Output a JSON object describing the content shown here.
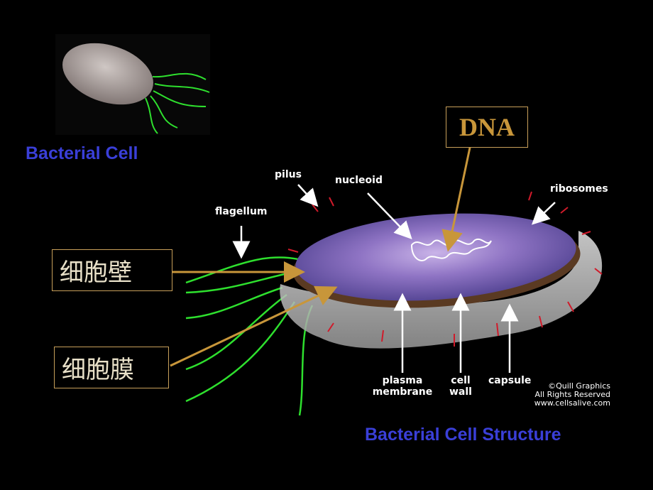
{
  "titles": {
    "small_cell": "Bacterial Cell",
    "structure": "Bacterial Cell Structure"
  },
  "annotations": {
    "dna": "DNA",
    "cell_wall_cn": "细胞壁",
    "plasma_membrane_cn": "细胞膜"
  },
  "labels": {
    "pilus": "pilus",
    "nucleoid": "nucleoid",
    "ribosomes": "ribosomes",
    "flagellum": "flagellum",
    "plasma_membrane_line1": "plasma",
    "plasma_membrane_line2": "membrane",
    "cell_wall_line1": "cell",
    "cell_wall_line2": "wall",
    "capsule": "capsule"
  },
  "credit": {
    "line1": "©Quill Graphics",
    "line2": "All Rights Reserved",
    "line3": "www.cellsalive.com"
  },
  "colors": {
    "background": "#000000",
    "title_blue": "#3a3fd8",
    "annotation_gold": "#c8963a",
    "flagella_green": "#2ee02e",
    "cell_purple": "#5e4e9e",
    "capsule_grey": "#bdbdbd",
    "cell_wall_brown": "#5a3a22"
  }
}
